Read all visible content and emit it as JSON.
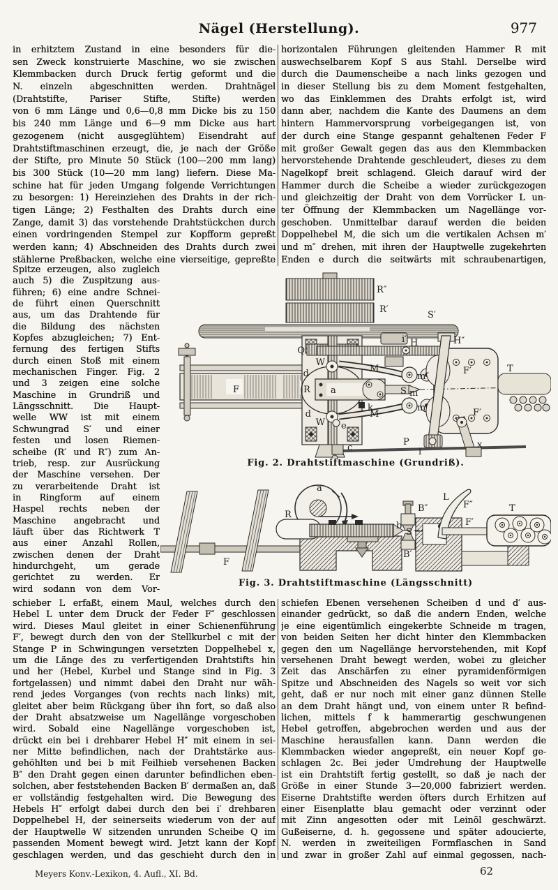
{
  "header": {
    "title": "Nägel (Herstellung).",
    "page_number": "977"
  },
  "columns": {
    "left_top": [
      "in erhitztem Zustand in eine besonders für die-",
      "sen Zweck konstruierte Maschine, wo sie zwischen",
      "Klemmbacken durch Druck fertig geformt und die",
      "N. einzeln abgeschnitten werden.  Drahtnägel",
      "(Drahtstifte, Pariser Stifte, Stifte) werden",
      "von 6 mm Länge und 0,6—0,8 mm Dicke bis zu 150",
      "bis 240 mm Länge und 6—9 mm Dicke aus hart",
      "gezogenem (nicht ausgeglühtem) Eisendraht auf",
      "Drahtstiftmaschinen erzeugt, die, je nach der Größe",
      "der Stifte, pro Minute 50 Stück (100—200 mm lang)",
      "bis 300 Stück (10—20 mm lang) liefern.  Diese Ma-",
      "schine hat für jeden Umgang folgende Verrichtungen",
      "zu besorgen: 1) Hereinziehen des Drahts in der rich-",
      "tigen Länge; 2) Festhalten des Drahts durch eine",
      "Zange, damit 3) das vorstehende Drahtstückchen durch",
      "einen vordringenden Stempel zur Kopfform gepreßt",
      "werden kann; 4) Abschneiden des Drahts durch zwei",
      "stählerne Preßbacken, welche eine vierseitige, gepreßte"
    ],
    "left_narrow": [
      "Spitze erzeugen, also zugleich",
      "auch 5) die Zuspitzung aus-",
      "führen; 6) eine andre Schnei-",
      "de führt einen Querschnitt",
      "aus, um das Drahtende für",
      "die Bildung des nächsten",
      "Kopfes abzugleichen; 7) Ent-",
      "fernung des fertigen Stifts",
      "durch einen Stoß mit einem",
      "mechanischen Finger.  Fig. 2",
      "und 3 zeigen eine solche",
      "Maschine in Grundriß und",
      "Längsschnitt.  Die Haupt-",
      "welle WW ist mit einem",
      "Schwungrad S′ und einer",
      "festen und losen Riemen-",
      "scheibe (R′ und R″) zum An-",
      "trieb, resp. zur Ausrückung",
      "der Maschine versehen.  Der",
      "zu verarbeitende Draht ist",
      "in Ringform auf einem",
      "Haspel rechts neben der",
      "Maschine angebracht und",
      "läuft über das Richtwerk T",
      "aus einer Anzahl Rollen,",
      "zwischen denen der Draht",
      "hindurchgeht, um gerade",
      "gerichtet zu werden.  Er",
      "wird sodann von dem Vor-"
    ],
    "left_bottom": [
      "schieber L erfaßt, einem Maul, welches durch den",
      "Hebel L unter dem Druck der Feder F″ geschlossen",
      "wird.  Dieses Maul gleitet in einer Schienenführung",
      "F′, bewegt durch den von der Stellkurbel c mit der",
      "Stange P in Schwingungen versetzten Doppelhebel x,",
      "um die Länge des zu verfertigenden Drahtstifts hin",
      "und her (Hebel, Kurbel und Stange sind in Fig. 3",
      "fortgelassen) und nimmt dabei den Draht nur wäh-",
      "rend jedes Vorganges (von rechts nach links) mit,",
      "gleitet aber beim Rückgang über ihn fort, so daß also",
      "der Draht absatzweise um Nagellänge vorgeschoben",
      "wird.  Sobald eine Nagellänge vorgeschoben ist,",
      "drückt ein bei i drehbarer Hebel H″ mit einem in sei-",
      "ner Mitte befindlichen, nach der Drahtstärke aus-",
      "gehöhlten und bei b mit Feilhieb versehenen Backen",
      "B″ den Draht gegen einen darunter befindlichen eben-",
      "solchen, aber feststehenden Backen B′ dermaßen an, daß",
      "er vollständig festgehalten wird.  Die Bewegung des",
      "Hebels H″ erfolgt dabei durch den bei i′ drehbaren",
      "Doppelhebel H, der seinerseits wiederum von der auf",
      "der Hauptwelle W sitzenden unrunden Scheibe Q im",
      "passenden Moment bewegt wird.  Jetzt kann der Kopf",
      "geschlagen werden, und das geschieht durch den in"
    ],
    "right_top": [
      "horizontalen Führungen gleitenden Hammer R mit",
      "auswechselbarem Kopf S aus Stahl.  Derselbe wird",
      "durch die Daumenscheibe a nach links gezogen und",
      "in dieser Stellung bis zu dem Moment festgehalten,",
      "wo das Einklemmen des Drahts erfolgt ist, wird",
      "dann aber, nachdem die Kante des Daumens an dem",
      "hintern Hammervorsprung vorbeigegangen ist, von",
      "der durch eine Stange gespannt gehaltenen Feder F",
      "mit großer Gewalt gegen das aus den Klemmbacken",
      "hervorstehende Drahtende geschleudert, dieses zu dem",
      "Nagelkopf breit schlagend.  Gleich darauf wird der",
      "Hammer durch die Scheibe a wieder zurückgezogen",
      "und gleichzeitig der Draht von dem Vorrücker L un-",
      "ter Öffnung der Klemmbacken um Nagellänge vor-",
      "geschoben.  Unmittelbar darauf werden die beiden",
      "Doppelhebel M, die sich um die vertikalen Achsen m′",
      "und m″ drehen, mit ihren der Hauptwelle zugekehrten",
      "Enden e durch die seitwärts mit schraubenartigen,"
    ],
    "right_bottom": [
      "schiefen Ebenen versehenen Scheiben d und d′ aus-",
      "einander gedrückt, so daß die andern Enden, welche",
      "je eine eigentümlich eingekerbte Schneide m tragen,",
      "von beiden Seiten her dicht hinter den Klemmbacken",
      "gegen den um Nagellänge hervorstehenden, mit Kopf",
      "versehenen Draht bewegt werden, wobei zu gleicher",
      "Zeit das Anschärfen zu einer pyramidenförmigen",
      "Spitze und Abschneiden des Nagels so weit vor sich",
      "geht, daß er nur noch mit einer ganz dünnen Stelle",
      "an dem Draht hängt und, von einem unter R befind-",
      "lichen, mittels f k hammerartig geschwungenen",
      "Hebel getroffen, abgebrochen werden und aus der",
      "Maschine herausfallen kann.  Dann werden die",
      "Klemmbacken wieder angepreßt, ein neuer Kopf ge-",
      "schlagen 2c.  Bei jeder Umdrehung der Hauptwelle",
      "ist ein Drahtstift fertig gestellt, so daß je nach der",
      "Größe in einer Stunde 3—20,000 fabriziert werden.",
      "Eiserne Drahtstifte werden öfters durch Erhitzen auf",
      "einer Eisenplatte blau gemacht oder verzinnt oder",
      "mit Zinn angesotten oder mit Leinöl geschwärzt.",
      "Gußeiserne, d. h. gegossene und später adoucierte,",
      "N. werden in zweiteiligen Formflaschen in Sand",
      "und zwar in großer Zahl auf einmal gegossen, nach-"
    ]
  },
  "figures": {
    "fig2": {
      "caption": "Fig. 2.  Drahtstiftmaschine (Grundriß).",
      "labels": [
        "R″",
        "R′",
        "S′",
        "Q",
        "W",
        "d",
        "F",
        "R",
        "a",
        "k",
        "M",
        "m″",
        "M",
        "m′",
        "S",
        "m",
        "e",
        "d",
        "W",
        "c",
        "i′",
        "H",
        "H″",
        "F′",
        "F′",
        "T",
        "i",
        "x",
        "P"
      ]
    },
    "fig3": {
      "caption": "Fig. 3.  Drahtstiftmaschine (Längsschnitt)",
      "labels": [
        "a",
        "R",
        "S",
        "b",
        "B″",
        "B′",
        "L",
        "F″",
        "F′",
        "T",
        "F"
      ]
    }
  },
  "footer": {
    "imprint": "Meyers Konv.-Lexikon, 4. Aufl., XI. Bd.",
    "signature": "62"
  }
}
